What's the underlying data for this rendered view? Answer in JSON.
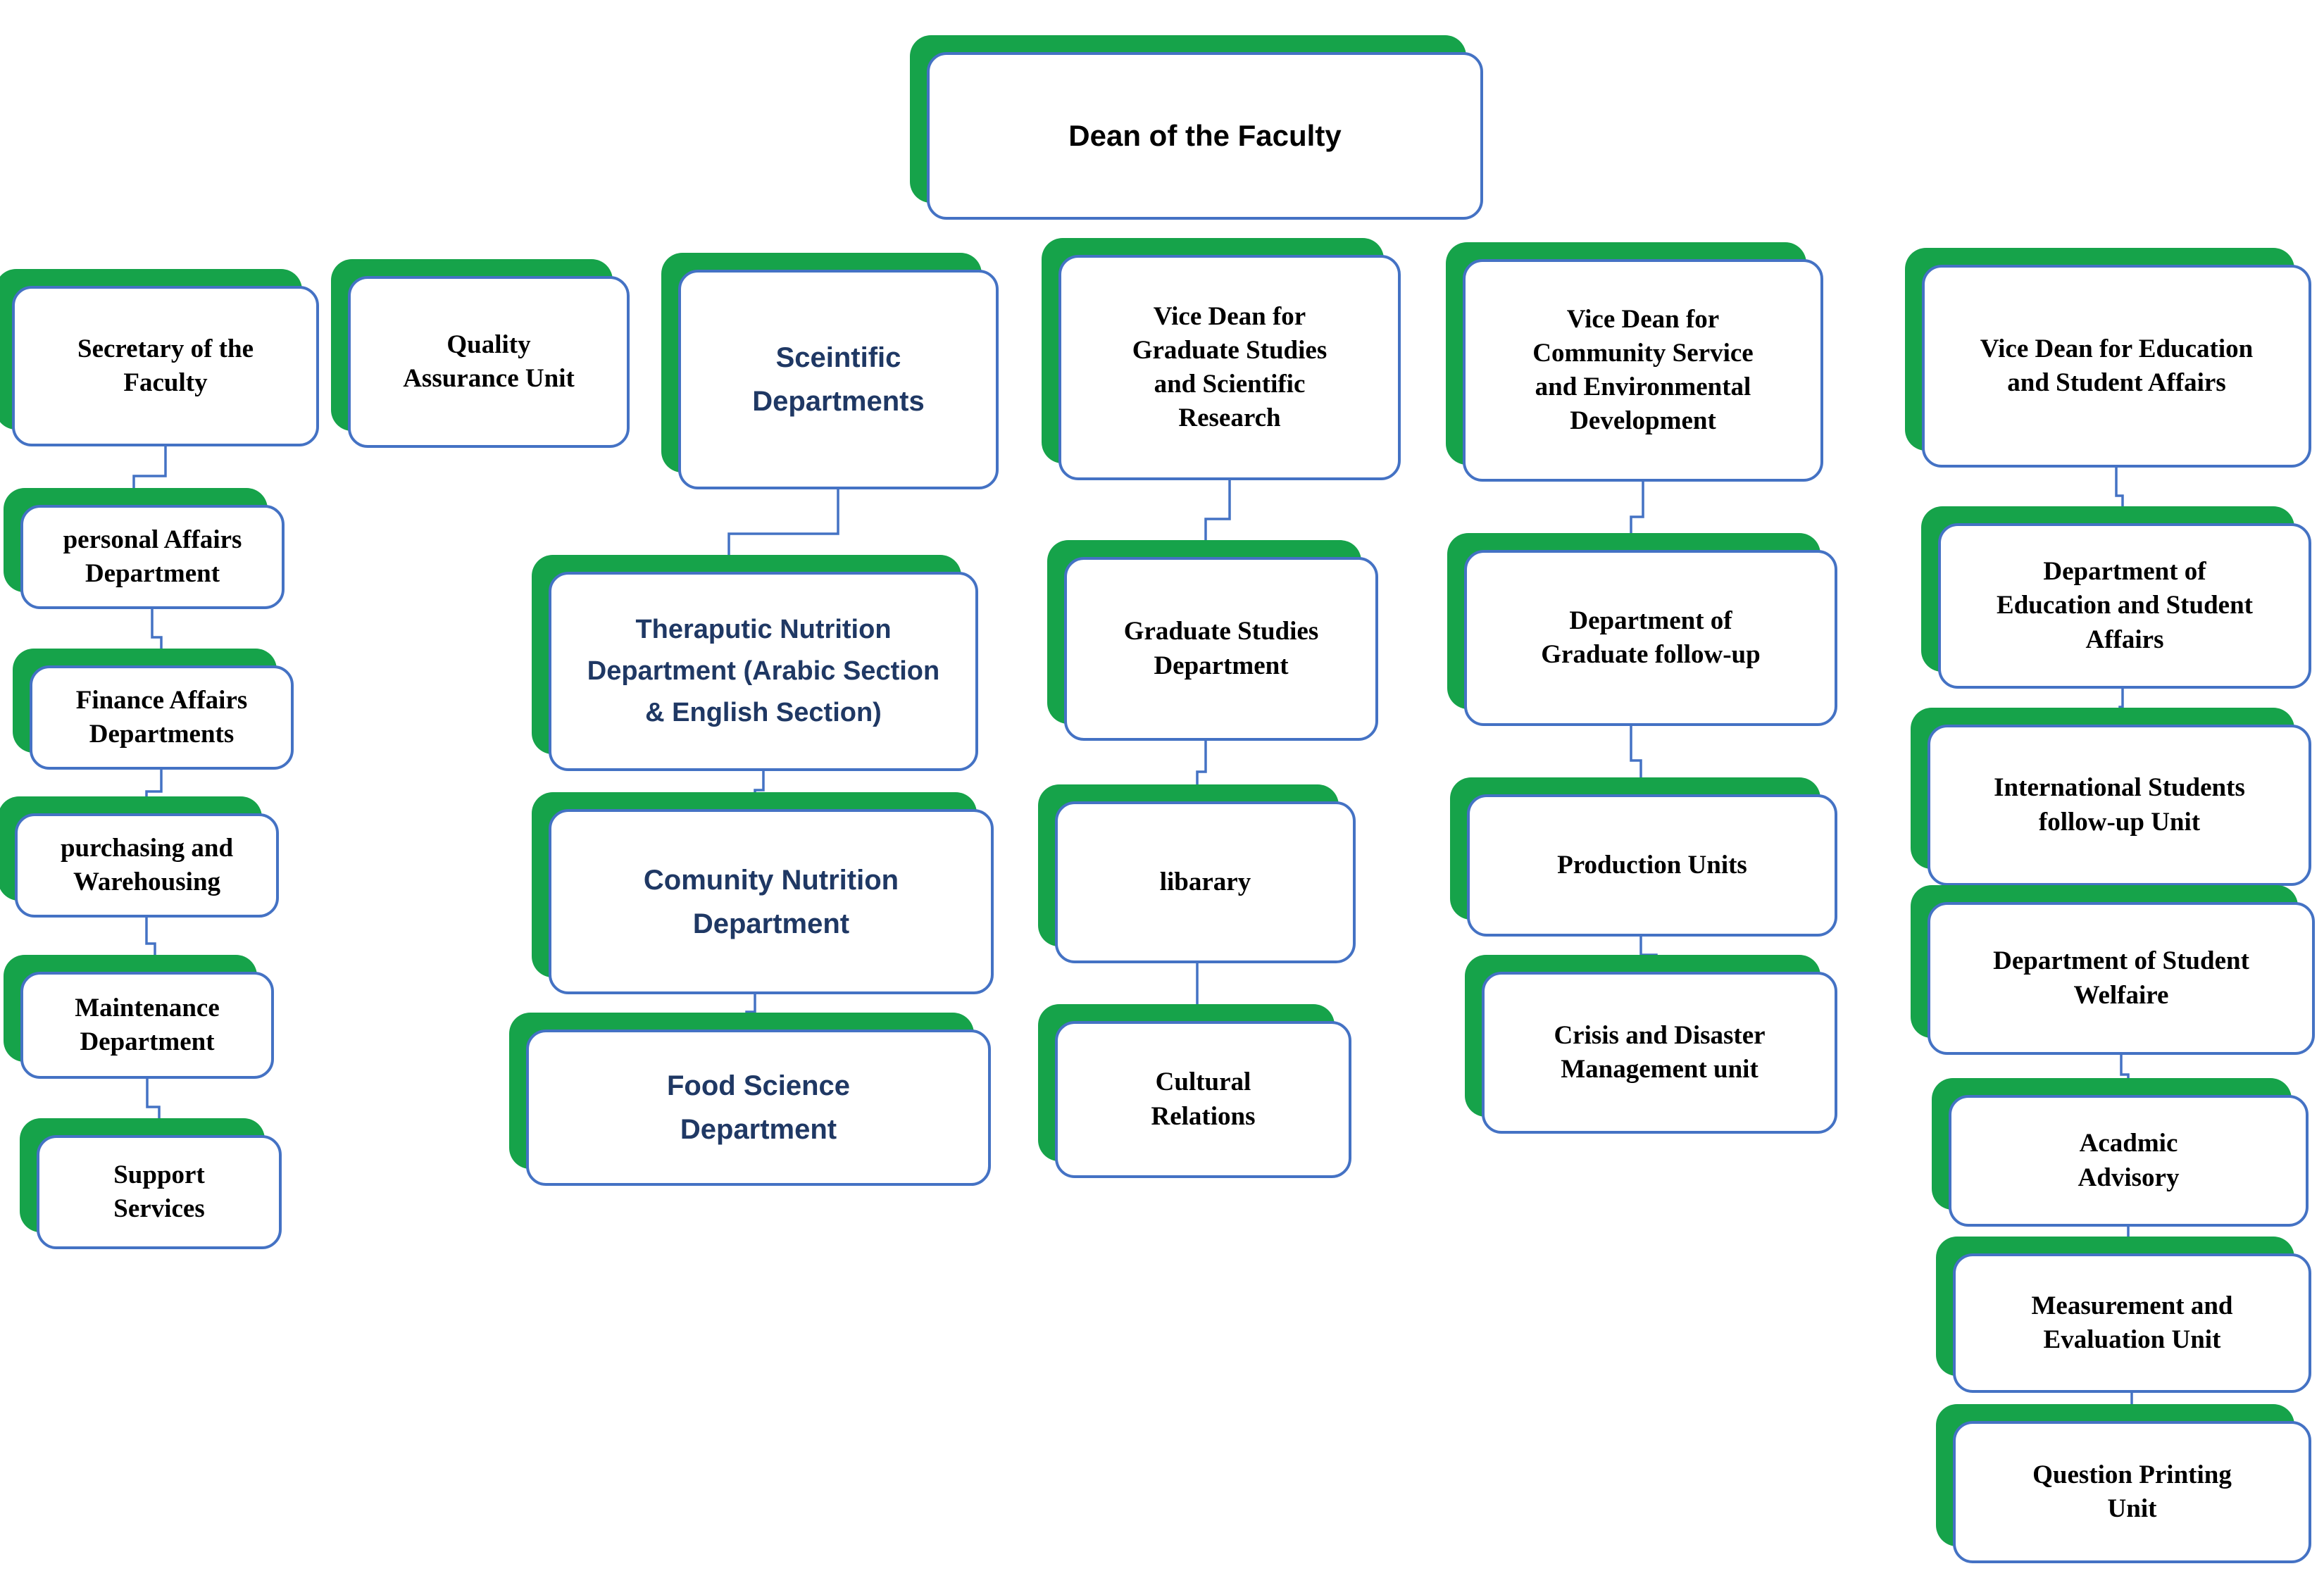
{
  "colors": {
    "green": "#16a34a",
    "border_blue": "#4472C4",
    "line_blue": "#4472C4",
    "text_blue": "#1F3864",
    "text_black": "#000000",
    "background": "#FFFFFF"
  },
  "nodes": {
    "dean": {
      "label": "Dean of the Faculty"
    },
    "secretary": {
      "label": "Secretary of the\nFaculty"
    },
    "quality": {
      "label": "Quality\nAssurance Unit"
    },
    "scientific": {
      "label": "Sceintific\nDepartments"
    },
    "vice_graduate": {
      "label": "Vice Dean for\nGraduate Studies\nand Scientific\nResearch"
    },
    "vice_community": {
      "label": "Vice Dean for\nCommunity  Service\nand Environmental\nDevelopment"
    },
    "vice_education": {
      "label": "Vice Dean for Education\nand Student Affairs"
    },
    "personal_affairs": {
      "label": "personal Affairs\nDepartment"
    },
    "finance_affairs": {
      "label": "Finance Affairs\nDepartments"
    },
    "purchasing": {
      "label": "purchasing and\nWarehousing"
    },
    "maintenance": {
      "label": "Maintenance\nDepartment"
    },
    "support_services": {
      "label": "Support\nServices"
    },
    "therapeutic_nutrition": {
      "label": "Theraputic Nutrition\nDepartment (Arabic Section\n& English Section)"
    },
    "community_nutrition": {
      "label": "Comunity Nutrition\nDepartment"
    },
    "food_science": {
      "label": "Food Science\nDepartment"
    },
    "graduate_studies": {
      "label": "Graduate Studies\nDepartment"
    },
    "library": {
      "label": "libarary"
    },
    "cultural_relations": {
      "label": "Cultural\nRelations"
    },
    "graduate_followup": {
      "label": "Department of\nGraduate follow-up"
    },
    "production_units": {
      "label": "Production Units"
    },
    "crisis_management": {
      "label": "Crisis and Disaster\nManagement unit"
    },
    "education_student_affairs": {
      "label": "Department of\nEducation and  Student\nAffairs"
    },
    "international_students": {
      "label": "International Students\nfollow-up Unit"
    },
    "student_welfare": {
      "label": "Department of Student\nWelfaire"
    },
    "academic_advisory": {
      "label": "Acadmic\nAdvisory"
    },
    "measurement_evaluation": {
      "label": "Measurement and\nEvaluation Unit"
    },
    "question_printing": {
      "label": "Question Printing\nUnit"
    }
  }
}
